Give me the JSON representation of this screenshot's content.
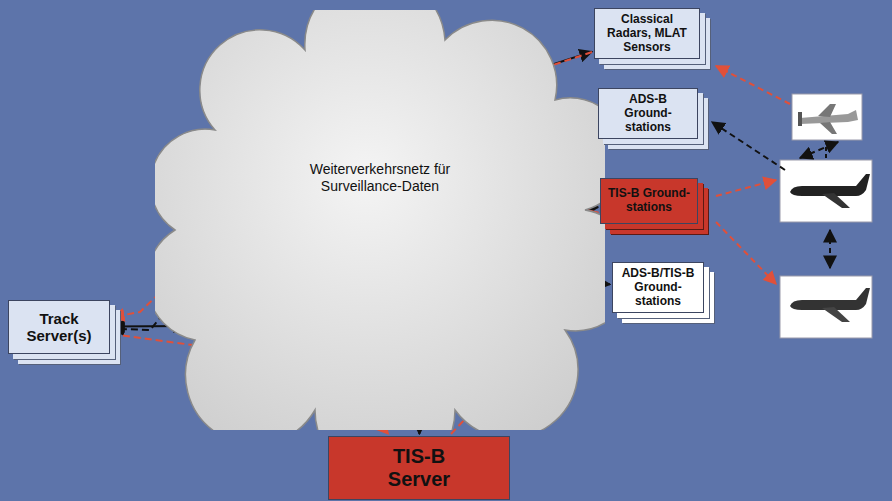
{
  "diagram": {
    "nodes": [
      {
        "text": [
          "Classical Radars, MLAT Sensors"
        ]
      },
      {
        "text": [
          "ADS-B Ground-stations"
        ]
      },
      {
        "text": [
          "Weiterverkehrsnetz für Surveillance-Daten"
        ]
      },
      {
        "text": [
          "TIS-B Ground-stations"
        ]
      },
      {
        "text": [
          "Track Server(s)"
        ]
      },
      {
        "text": [
          "ADS-B/TIS-B Ground-stations"
        ]
      },
      {
        "text": [
          "TIS-B Server"
        ]
      }
    ],
    "edges": [
      {
        "from": 2,
        "to": 0,
        "arrow": "to"
      },
      {
        "from": 2,
        "to": 1,
        "arrow": "to"
      },
      {
        "from": 2,
        "to": 3,
        "arrow": "to"
      },
      {
        "from": 2,
        "to": 5,
        "arrow": "both"
      },
      {
        "from": 2,
        "to": 4,
        "arrow": "both"
      },
      {
        "from": 2,
        "to": 6,
        "arrow": "both"
      },
      {
        "from": 0,
        "to": 4,
        "arrow": "to"
      },
      {
        "from": 1,
        "to": 4,
        "arrow": "to"
      },
      {
        "from": 4,
        "to": 6,
        "arrow": "to"
      },
      {
        "from": 6,
        "to": 3,
        "arrow": "to"
      }
    ]
  }
}
